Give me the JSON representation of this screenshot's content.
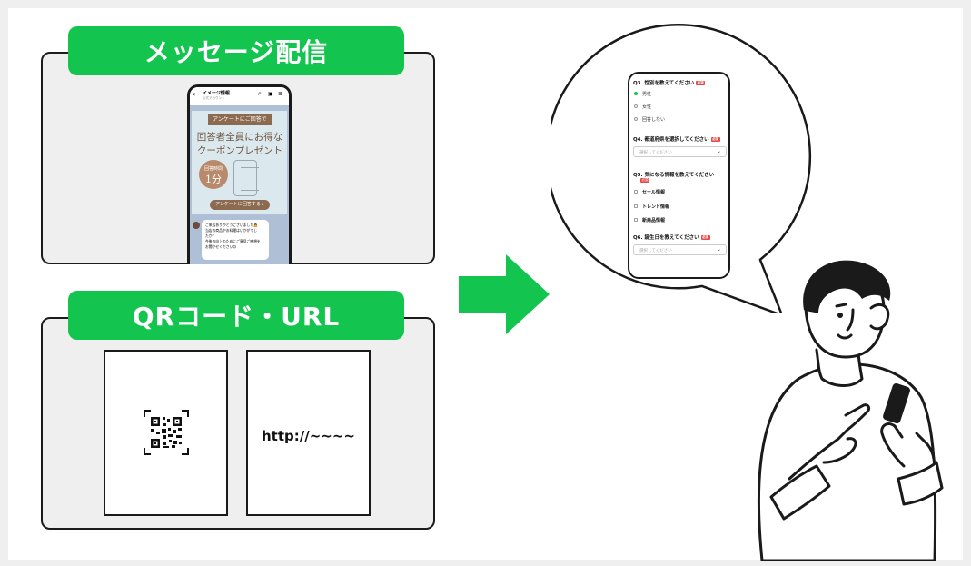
{
  "sections": {
    "message": {
      "title": "メッセージ配信"
    },
    "qr": {
      "title": "QRコード・URL",
      "url_text": "http://~~~~"
    }
  },
  "chat": {
    "header_name": "イメージ情報",
    "header_sub": "公式アカウント",
    "banner_tag": "アンケートにご回答で",
    "banner_line1": "回答者全員にお得な",
    "banner_line2": "クーポンプレゼント",
    "time_label": "回答時間",
    "time_value": "1分",
    "answer_button": "アンケートに回答する ▸",
    "bubble_lines": [
      "ご来店ありがとうございました🙇",
      "当店の商品やお料理はいかがでし",
      "たか？",
      "今後の向上のためにご意見ご感想を",
      "お聞かせください😊"
    ]
  },
  "form": {
    "q3": {
      "label": "Q3. 性別を教えてください",
      "required": "必須",
      "options": [
        "男性",
        "女性",
        "回答しない"
      ]
    },
    "q4": {
      "label": "Q4. 都道府県を選択してください",
      "required": "必須",
      "placeholder": "選択してください"
    },
    "q5": {
      "label": "Q5. 気になる情報を教えてください",
      "required": "必須",
      "options": [
        "セール情報",
        "トレンド情報",
        "新商品情報"
      ]
    },
    "q6": {
      "label": "Q6. 誕生日を教えてください",
      "required": "必須",
      "placeholder": "選択してください"
    }
  },
  "colors": {
    "green": "#13c54f",
    "brown": "#8c6a4f",
    "banner_bg": "#dbe9ef",
    "chat_bg": "#aebfd6"
  }
}
